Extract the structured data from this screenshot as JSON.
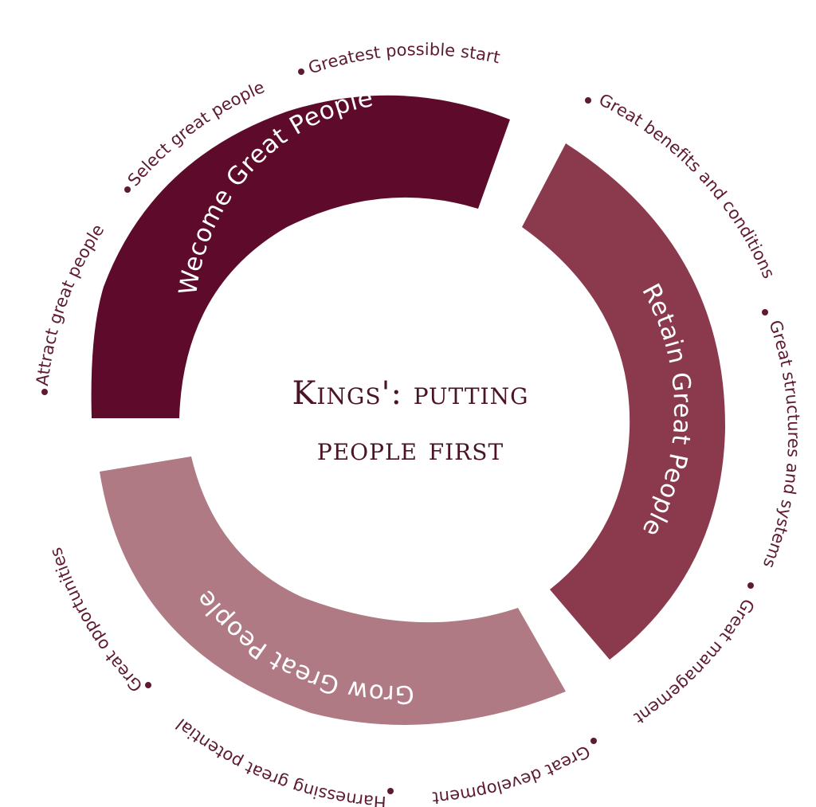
{
  "title_line1": "Kings': putting",
  "title_line2": "people first",
  "segments": [
    {
      "label": "Wecome Great People",
      "color": "#5e0a2a"
    },
    {
      "label": "Retain Great People",
      "color": "#8b3a4d"
    },
    {
      "label": "Grow Great People",
      "color": "#b07a85"
    }
  ],
  "outer_items": [
    "Greatest possible start",
    "Select great people",
    "Attract great people",
    "Great benefits and conditions",
    "Great structures and systems",
    "Great management",
    "Great development",
    "Harnessing great potential",
    "Great opportunities"
  ]
}
